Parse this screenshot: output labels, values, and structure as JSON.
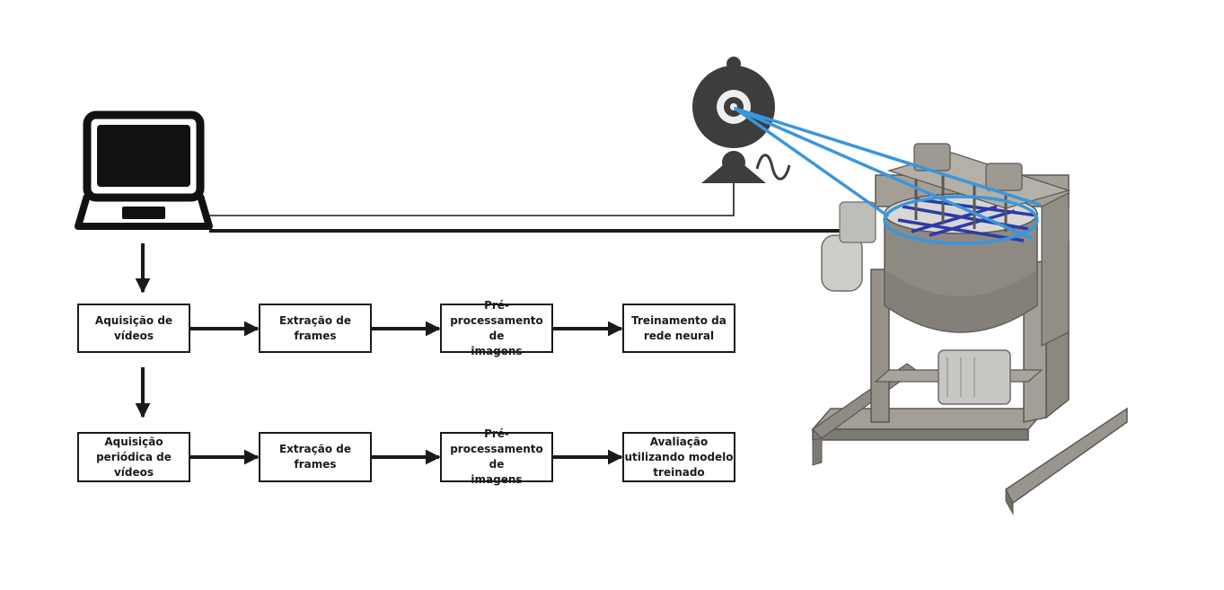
{
  "colors": {
    "stroke": "#1a1a1a",
    "camera_body": "#3d3d3d",
    "field_of_view": "#3a96dc",
    "mixer_metal": "#8c8880",
    "mixer_blades": "#2e3aa8"
  },
  "icons": {
    "computer": "laptop-icon",
    "camera": "webcam-icon",
    "machine": "mixer-tank-illustration"
  },
  "pipelines": {
    "training": {
      "steps": [
        {
          "label": "Aquisição de\nvídeos"
        },
        {
          "label": "Extração de\nframes"
        },
        {
          "label": "Pré-\nprocessamento de\nimagens"
        },
        {
          "label": "Treinamento da\nrede neural"
        }
      ]
    },
    "evaluation": {
      "steps": [
        {
          "label": "Aquisição\nperiódica de\nvídeos"
        },
        {
          "label": "Extração de\nframes"
        },
        {
          "label": "Pré-\nprocessamento de\nimagens"
        },
        {
          "label": "Avaliação\nutilizando modelo\ntreinado"
        }
      ]
    }
  }
}
